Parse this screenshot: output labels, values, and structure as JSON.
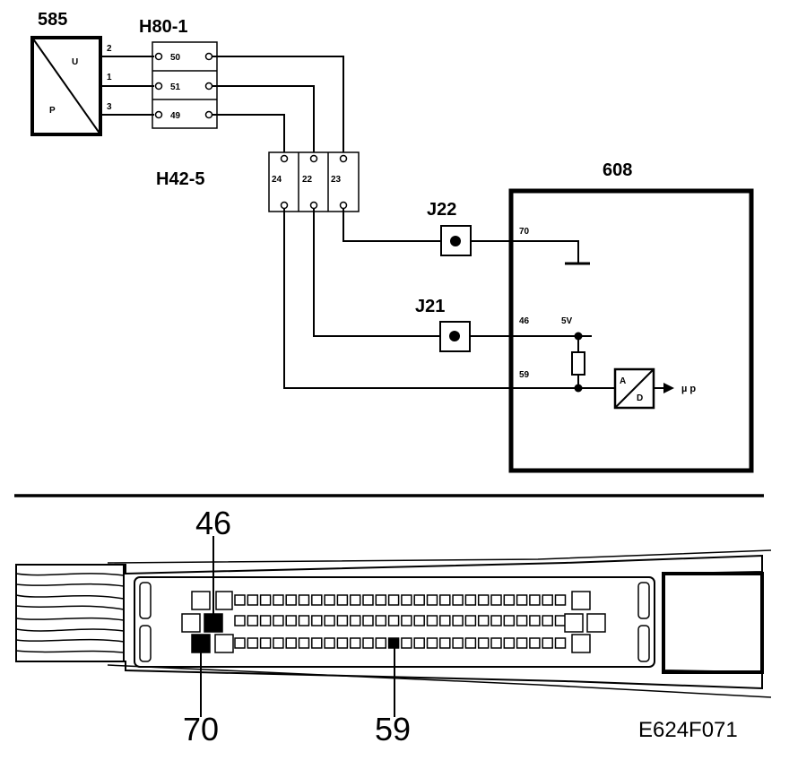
{
  "components": {
    "sensor": {
      "id": "585",
      "letter_u": "U",
      "letter_p": "P",
      "pins": [
        "2",
        "1",
        "3"
      ]
    },
    "connector_h80": {
      "id": "H80-1",
      "pins": [
        "50",
        "51",
        "49"
      ]
    },
    "connector_h42": {
      "id": "H42-5",
      "pins": [
        "24",
        "22",
        "23"
      ]
    },
    "splice_j22": {
      "id": "J22"
    },
    "splice_j21": {
      "id": "J21"
    },
    "ecu": {
      "id": "608",
      "pin_70": "70",
      "pin_46": "46",
      "pin_59": "59",
      "supply": "5V",
      "adc_a": "A",
      "adc_d": "D",
      "micro": "µ p"
    }
  },
  "connector_view": {
    "callout_top": "46",
    "callout_left": "70",
    "callout_right": "59"
  },
  "figure_code": "E624F071"
}
